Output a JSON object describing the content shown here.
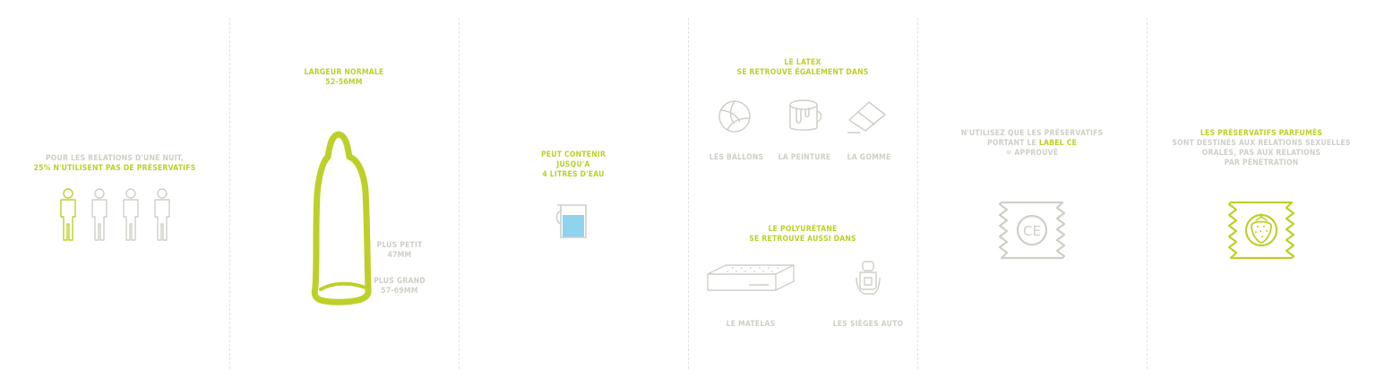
{
  "colors": {
    "accent": "#bdd02a",
    "grey": "#cfcfc8",
    "water": "#8fd3ef",
    "divider": "#e2e2dc"
  },
  "panel1": {
    "line1": "POUR LES RELATIONS D'UNE NUIT,",
    "line2": "25% N'UTILISENT PAS DE PRÉSERVATIFS",
    "people_icons": [
      "person-icon",
      "person-icon",
      "person-icon",
      "person-icon"
    ],
    "highlighted_people": 1
  },
  "panel2": {
    "normal_label": "LARGEUR NORMALE",
    "normal_value": "52-56MM",
    "small_label": "PLUS PETIT",
    "small_value": "47MM",
    "large_label": "PLUS GRAND",
    "large_value": "57-69MM"
  },
  "panel3": {
    "line1": "PEUT CONTENIR",
    "line2": "JUSQU'A",
    "line3": "4 LITRES D'EAU",
    "icon": "measuring-jug-icon"
  },
  "panel4": {
    "latex_title1": "LE LATEX",
    "latex_title2": "SE RETROUVE ÉGALEMENT DANS",
    "latex_items": [
      {
        "label": "LES BALLONS",
        "icon": "volleyball-icon"
      },
      {
        "label": "LA PEINTURE",
        "icon": "paint-bucket-icon"
      },
      {
        "label": "LA GOMME",
        "icon": "eraser-icon"
      }
    ],
    "poly_title1": "LE POLYURÉTANE",
    "poly_title2": "SE RETROUVE AUSSI DANS",
    "poly_items": [
      {
        "label": "LE MATELAS",
        "icon": "mattress-icon"
      },
      {
        "label": "LES SIÈGES AUTO",
        "icon": "car-seat-icon"
      }
    ]
  },
  "panel5": {
    "line1": "N'UTILISEZ QUE LES PRÉSERVATIFS",
    "line2_prefix": "PORTANT LE",
    "line2_highlight": "LABEL CE",
    "line3": "= APPROUVÉ",
    "badge_text": "CE"
  },
  "panel6": {
    "line1": "LES PRÉSERVATIFS PARFUMÉS",
    "line2": "SONT DESTINÉS AUX RELATIONS SEXUELLES",
    "line3": "ORALES, PAS AUX RELATIONS",
    "line4": "PAR PÉNÉTRATION",
    "icon": "strawberry-icon"
  }
}
